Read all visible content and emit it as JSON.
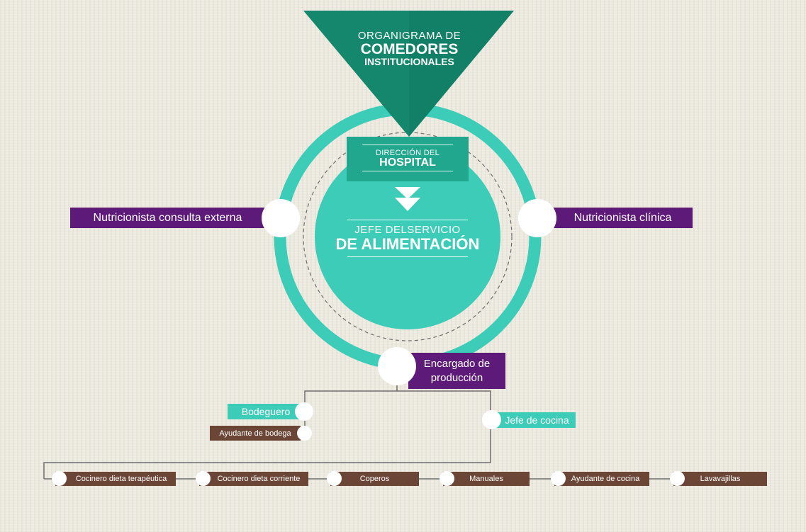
{
  "header": {
    "line1": "ORGANIGRAMA DE",
    "line2": "COMEDORES",
    "line3": "INSTITUCIONALES"
  },
  "direccion": {
    "line1": "DIRECCIÓN DEL",
    "line2": "HOSPITAL"
  },
  "jefe": {
    "line1": "JEFE DELSERVICIO",
    "line2": "DE ALIMENTACIÓN"
  },
  "side_roles": {
    "left": "Nutricionista consulta externa",
    "right": "Nutricionista clínica"
  },
  "encargado": "Encargado de producción",
  "bodega": {
    "bodeguero": "Bodeguero",
    "ayudante": "Ayudante de bodega"
  },
  "jefe_cocina": "Jefe de cocina",
  "kitchen_staff": [
    "Cocinero dieta terapéutica",
    "Cocinero dieta corriente",
    "Coperos",
    "Manuales",
    "Ayudante de cocina",
    "Lavavajillas"
  ],
  "colors": {
    "background": "#eeece3",
    "teal_ring": "#3cccb8",
    "teal_dark": "#14876d",
    "teal_box": "#20a78e",
    "purple": "#5e1a78",
    "brown": "#6b4637",
    "connector": "#6e6e6e"
  }
}
